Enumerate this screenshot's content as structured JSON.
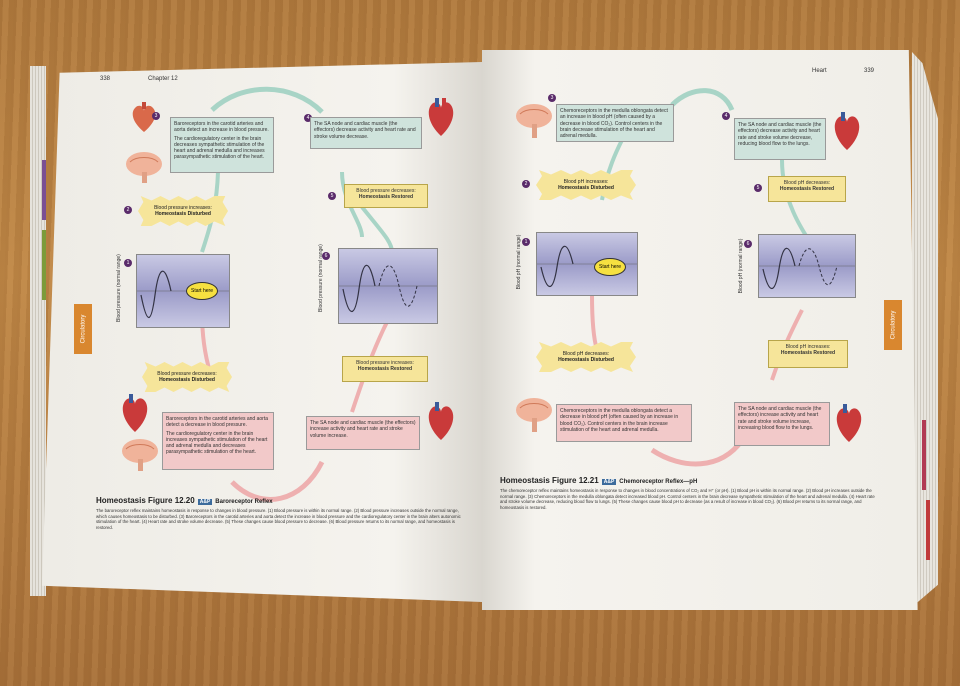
{
  "left_page": {
    "page_number": "338",
    "running_head": "Chapter 12",
    "side_tab": "Circulatory",
    "steps": {
      "s3_text": "Baroreceptors in the carotid arteries and aorta detect an increase in blood pressure.",
      "s3_text2": "The cardioregulatory center in the brain decreases sympathetic stimulation of the heart and adrenal medulla and increases parasympathetic stimulation of the heart.",
      "s4_text": "The SA node and cardiac muscle (the effectors) decrease activity and heart rate and stroke volume decrease.",
      "s5_line1": "Blood pressure decreases:",
      "s5_line2": "Homeostasis Restored",
      "s2_line1": "Blood pressure increases:",
      "s2_line2": "Homeostasis Disturbed",
      "s2b_line1": "Blood pressure decreases:",
      "s2b_line2": "Homeostasis Disturbed",
      "s5b_line1": "Blood pressure increases:",
      "s5b_line2": "Homeostasis Restored",
      "s3b_text": "Baroreceptors in the carotid arteries and aorta detect a decrease in blood pressure.",
      "s3b_text2": "The cardioregulatory center in the brain increases sympathetic stimulation of the heart and adrenal medulla and decreases parasympathetic stimulation of the heart.",
      "s4b_text": "The SA node and cardiac muscle (the effectors) increase activity and heart rate and stroke volume increase.",
      "ylabel": "Blood pressure (normal range)",
      "start_here": "Start here",
      "n1": "1",
      "n2": "2",
      "n3": "3",
      "n4": "4",
      "n5": "5",
      "n6": "6"
    },
    "caption_title": "Homeostasis Figure 12.20",
    "caption_badge": "A&P",
    "caption_subtitle": "Baroreceptor Reflex",
    "caption_body": "The baroreceptor reflex maintains homeostasis in response to changes in blood pressure. (1) Blood pressure is within its normal range. (2) Blood pressure increases outside the normal range, which causes homeostasis to be disturbed. (3) Baroreceptors in the carotid arteries and aorta detect the increase in blood pressure and the cardioregulatory center in the brain alters autonomic stimulation of the heart. (4) Heart rate and stroke volume decrease. (5) These changes cause blood pressure to decrease. (6) Blood pressure returns to its normal range, and homeostasis is restored."
  },
  "right_page": {
    "page_number": "339",
    "running_head": "Heart",
    "side_tab": "Circulatory",
    "steps": {
      "s3_text": "Chemoreceptors in the medulla oblongata detect an increase in blood pH (often caused by a decrease in blood CO₂). Control centers in the brain decrease stimulation of the heart and adrenal medulla.",
      "s4_text": "The SA node and cardiac muscle (the effectors) decrease activity and heart rate and stroke volume decrease, reducing blood flow to the lungs.",
      "s5_line1": "Blood pH decreases:",
      "s5_line2": "Homeostasis Restored",
      "s2_line1": "Blood pH increases:",
      "s2_line2": "Homeostasis Disturbed",
      "s2b_line1": "Blood pH decreases:",
      "s2b_line2": "Homeostasis Disturbed",
      "s5b_line1": "Blood pH increases:",
      "s5b_line2": "Homeostasis Restored",
      "s3b_text": "Chemoreceptors in the medulla oblongata detect a decrease in blood pH (often caused by an increase in blood CO₂). Control centers in the brain increase stimulation of the heart and adrenal medulla.",
      "s4b_text": "The SA node and cardiac muscle (the effectors) increase activity and heart rate and stroke volume increase, increasing blood flow to the lungs.",
      "ylabel": "Blood pH (normal range)",
      "start_here": "Start here",
      "n1": "1",
      "n2": "2",
      "n3": "3",
      "n4": "4",
      "n5": "5",
      "n6": "6"
    },
    "caption_title": "Homeostasis Figure 12.21",
    "caption_badge": "A&P",
    "caption_subtitle": "Chemoreceptor Reflex—pH",
    "caption_body": "The chemoreceptor reflex maintains homeostasis in response to changes in blood concentrations of CO₂ and H⁺ (or pH). (1) Blood pH is within its normal range. (2) Blood pH increases outside the normal range. (3) Chemoreceptors in the medulla oblongata detect increased blood pH. Control centers in the brain decrease sympathetic stimulation of the heart and adrenal medulla. (4) Heart rate and stroke volume decrease, reducing blood flow to lungs. (5) These changes cause blood pH to decrease (as a result of increase in blood CO₂). (6) Blood pH returns to its normal range, and homeostasis is restored."
  }
}
